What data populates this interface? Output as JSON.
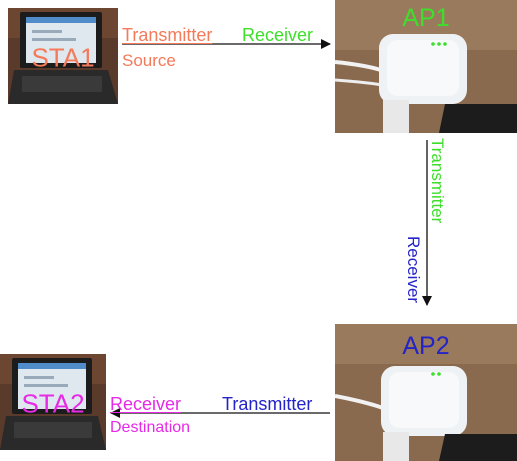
{
  "nodes": {
    "sta1": {
      "label": "STA1",
      "color": "#f47a5a"
    },
    "ap1": {
      "label": "AP1",
      "color": "#3ddf2a"
    },
    "ap2": {
      "label": "AP2",
      "color": "#2323c8"
    },
    "sta2": {
      "label": "STA2",
      "color": "#e62ae6"
    }
  },
  "links": {
    "sta1_ap1": {
      "transmitter": {
        "text": "Transmitter",
        "color": "#f47a5a"
      },
      "receiver": {
        "text": "Receiver",
        "color": "#3ddf2a"
      },
      "role": {
        "text": "Source",
        "color": "#f47a5a"
      }
    },
    "ap1_ap2": {
      "transmitter": {
        "text": "Transmitter",
        "color": "#3ddf2a"
      },
      "receiver": {
        "text": "Receiver",
        "color": "#2323c8"
      }
    },
    "ap2_sta2": {
      "transmitter": {
        "text": "Transmitter",
        "color": "#2323c8"
      },
      "receiver": {
        "text": "Receiver",
        "color": "#e62ae6"
      },
      "role": {
        "text": "Destination",
        "color": "#e62ae6"
      }
    }
  }
}
